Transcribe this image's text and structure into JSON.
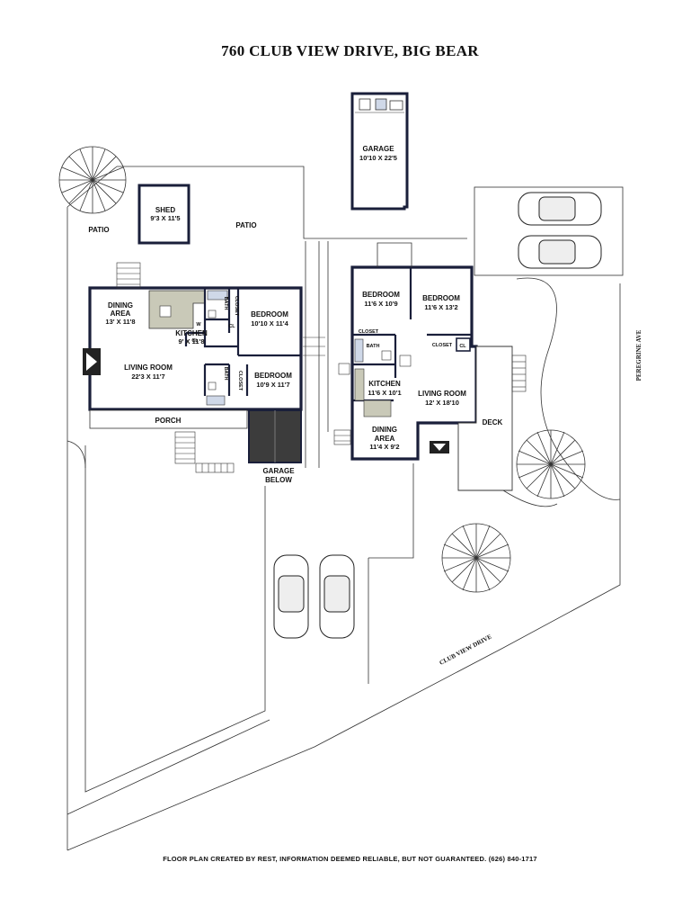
{
  "title": "760 CLUB VIEW DRIVE, BIG BEAR",
  "footer": "FLOOR PLAN CREATED BY REST, INFORMATION DEEMED RELIABLE, BUT NOT GUARANTEED. (626) 840-1717",
  "streets": {
    "peregrine": "PEREGRINE AVE",
    "club_view": "CLUB VIEW DRIVE"
  },
  "left_unit": {
    "patio_west": "PATIO",
    "patio_north": "PATIO",
    "shed": {
      "name": "SHED",
      "dims": "9'3 X 11'5"
    },
    "dining": {
      "name1": "DINING",
      "name2": "AREA",
      "dims": "13' X 11'8"
    },
    "kitchen": {
      "name": "KITCHEN",
      "dims": "9' X 11'8"
    },
    "bedroom1": {
      "name": "BEDROOM",
      "dims": "10'10 X 11'4"
    },
    "living": {
      "name": "LIVING ROOM",
      "dims": "22'3 X 11'7"
    },
    "bedroom2": {
      "name": "BEDROOM",
      "dims": "10'9 X 11'7"
    },
    "porch": "PORCH",
    "garage_below1": "GARAGE",
    "garage_below2": "BELOW",
    "closet1": "CLOSET",
    "closet2": "CLOSET",
    "bath1": "BATH",
    "bath2": "BATH",
    "cl1": "CL",
    "cl2": "CL",
    "w": "W"
  },
  "garage": {
    "name": "GARAGE",
    "dims": "10'10 X 22'5"
  },
  "right_unit": {
    "bedroom1": {
      "name": "BEDROOM",
      "dims": "11'6 X 10'9"
    },
    "bedroom2": {
      "name": "BEDROOM",
      "dims": "11'6 X 13'2"
    },
    "closet1": "CLOSET",
    "closet2": "CLOSET",
    "cl": "CL",
    "bath": "BATH",
    "kitchen": {
      "name": "KITCHEN",
      "dims": "11'6 X 10'1"
    },
    "living": {
      "name": "LIVING ROOM",
      "dims": "12' X 18'10"
    },
    "dining": {
      "name1": "DINING",
      "name2": "AREA",
      "dims": "11'4 X 9'2"
    },
    "deck": "DECK"
  }
}
